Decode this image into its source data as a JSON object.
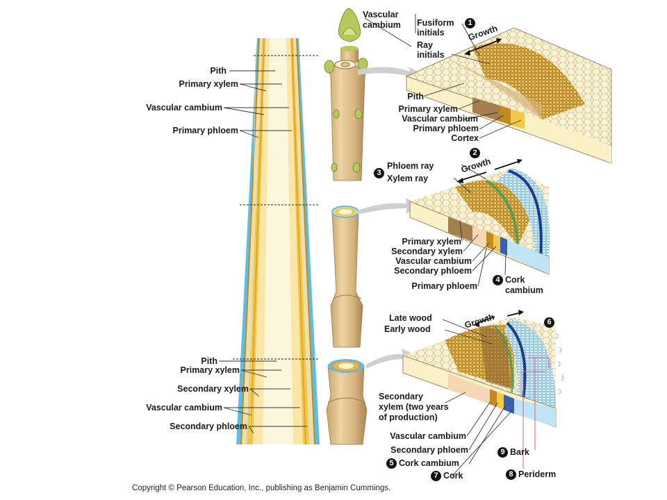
{
  "long_section": {
    "top_labels": [
      "Pith",
      "Primary xylem",
      "Vascular cambium",
      "Primary phloem"
    ],
    "bottom_labels": [
      "Pith",
      "Primary xylem",
      "Secondary xylem",
      "Vascular cambium",
      "Secondary phloem"
    ]
  },
  "panel1": {
    "bud_label": "Vascular\ncambium",
    "top_labels": [
      "Fusiform\ninitials",
      "Ray\ninitials"
    ],
    "growth": "Growth",
    "left_labels": [
      "Pith",
      "Primary xylem",
      "Vascular cambium",
      "Primary phloem",
      "Cortex"
    ],
    "badge": "1"
  },
  "panel2": {
    "growth": "Growth",
    "top_labels": [
      "Phloem ray",
      "Xylem ray"
    ],
    "left_labels": [
      "Primary xylem",
      "Secondary xylem",
      "Vascular cambium",
      "Secondary phloem",
      "Primary phloem"
    ],
    "cork_label": "Cork\ncambium",
    "badges": [
      "2",
      "3",
      "4"
    ]
  },
  "panel3": {
    "growth": "Growth",
    "top_labels": [
      "Late wood",
      "Early wood"
    ],
    "left_labels": [
      "Secondary\nxylem (two years\nof production)",
      "Vascular cambium",
      "Secondary phloem",
      "Cork cambium",
      "Cork"
    ],
    "right_labels": [
      "Bark",
      "Periderm"
    ],
    "badges": [
      "5",
      "6",
      "7",
      "8",
      "9"
    ]
  },
  "copyright": "Copyright © Pearson Education, Inc., publishing as Benjamin Cummings.",
  "colors": {
    "pith": "#fbf3cf",
    "xylem": "#f2c84a",
    "cambium": "#c48a1c",
    "phloem": "#e8d27a",
    "cortex_blue": "#5bbde8",
    "bark": "#d9b27c",
    "stem_shade": "#b68c55"
  }
}
